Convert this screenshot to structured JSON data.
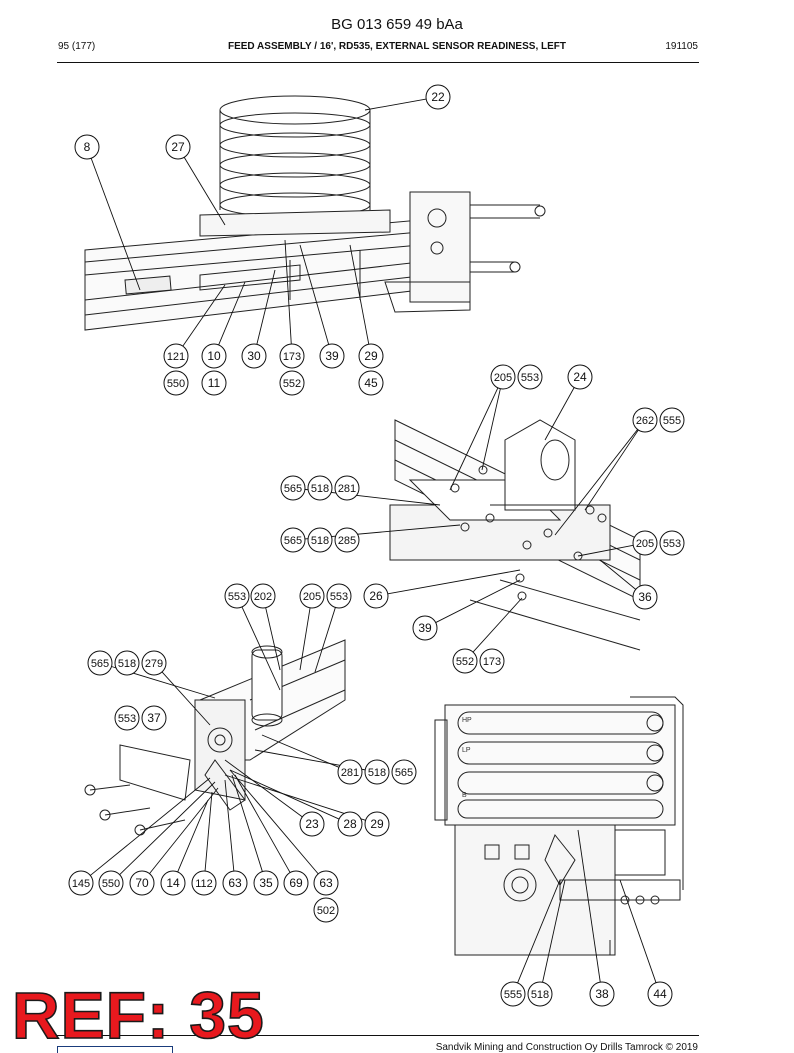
{
  "header": {
    "doc_id": "BG 013 659 49 bAa",
    "page": "95 (177)",
    "title": "FEED ASSEMBLY / 16', RD535, EXTERNAL SENSOR READINESS, LEFT",
    "date": "191105"
  },
  "watermark": "REF: 35",
  "footer": {
    "copyright": "Sandvik Mining and Construction Oy Drills Tamrock © 2019"
  },
  "callouts": [
    "22",
    "8",
    "27",
    "121",
    "550",
    "10",
    "11",
    "30",
    "173",
    "552",
    "39",
    "29",
    "45",
    "205",
    "553",
    "24",
    "262",
    "555",
    "565",
    "518",
    "281",
    "565",
    "518",
    "285",
    "205",
    "553",
    "26",
    "36",
    "39",
    "552",
    "173",
    "553",
    "202",
    "205",
    "553",
    "565",
    "518",
    "279",
    "553",
    "37",
    "281",
    "518",
    "565",
    "23",
    "28",
    "29",
    "145",
    "550",
    "70",
    "14",
    "112",
    "63",
    "35",
    "69",
    "63",
    "502",
    "555",
    "518",
    "38",
    "44"
  ],
  "labels": {
    "hp": "HP",
    "lp": "LP",
    "b": "B"
  }
}
